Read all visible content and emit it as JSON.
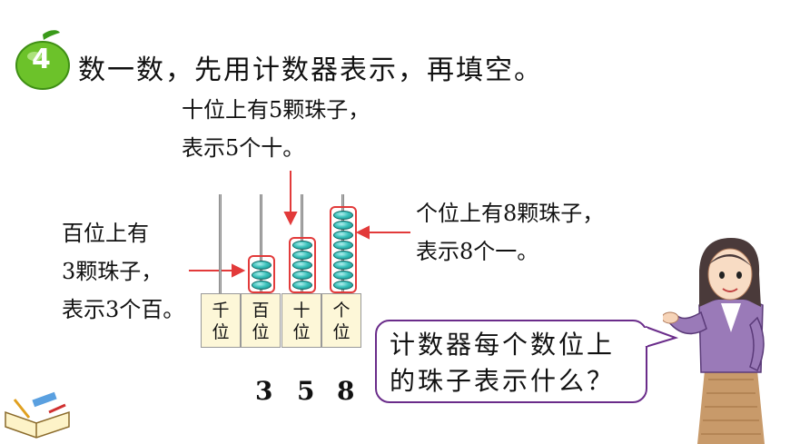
{
  "header": {
    "number": "4",
    "title": "数一数，先用计数器表示，再填空。"
  },
  "annotations": {
    "tens_line1": "十位上有5颗珠子，",
    "tens_line2": "表示5个十。",
    "ones_line1": "个位上有8颗珠子，",
    "ones_line2": "表示8个一。",
    "hundreds_line1": "百位上有",
    "hundreds_line2": "3颗珠子，",
    "hundreds_line3": "表示3个百。"
  },
  "abacus": {
    "columns": [
      {
        "label_line1": "千",
        "label_line2": "位",
        "beads": 0
      },
      {
        "label_line1": "百",
        "label_line2": "位",
        "beads": 3
      },
      {
        "label_line1": "十",
        "label_line2": "位",
        "beads": 5
      },
      {
        "label_line1": "个",
        "label_line2": "位",
        "beads": 8
      }
    ],
    "digits": [
      "3",
      "5",
      "8"
    ]
  },
  "speech_bubble": {
    "line1": "计数器每个数位上",
    "line2": "的珠子表示什么？"
  },
  "colors": {
    "highlight_box": "#e23a3a",
    "bead": "#3cc2bc",
    "bubble_border": "#6a2c8a",
    "apple": "#6cc22a"
  }
}
